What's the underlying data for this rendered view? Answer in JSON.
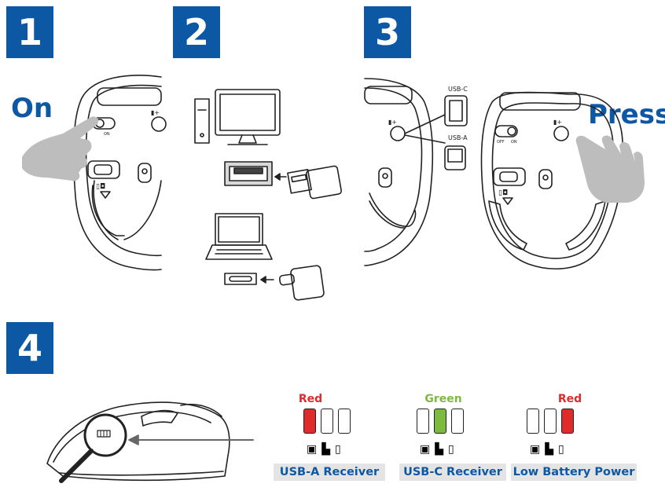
{
  "steps": [
    {
      "number": "1",
      "word": "On"
    },
    {
      "number": "2"
    },
    {
      "number": "3",
      "word": "Press"
    },
    {
      "number": "4"
    }
  ],
  "small_labels": {
    "usb_c": "USB-C",
    "usb_a": "USB-A",
    "off": "OFF",
    "on": "ON"
  },
  "indicators": [
    {
      "color_word": "Red",
      "color": "#e02b2b",
      "lit_index": 0,
      "caption": "USB-A Receiver"
    },
    {
      "color_word": "Green",
      "color": "#7dbb3f",
      "lit_index": 1,
      "caption": "USB-C Receiver"
    },
    {
      "color_word": "Red",
      "color": "#e02b2b",
      "lit_index": 2,
      "caption": "Low Battery Power"
    }
  ],
  "icons": [
    "usb-a-receiver-icon",
    "usb-c-receiver-icon",
    "battery-icon"
  ],
  "colors": {
    "accent": "#0d58a4",
    "caption_bg": "#e4e4e4"
  }
}
